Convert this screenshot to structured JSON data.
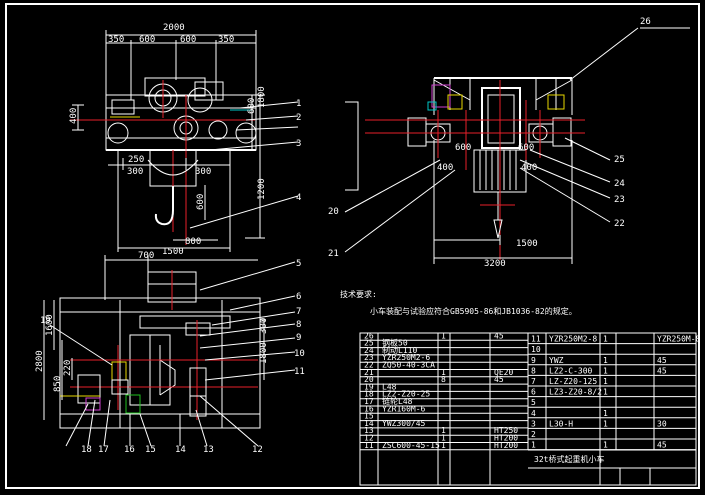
{
  "drawing": {
    "tech_requirements_title": "技术要求:",
    "tech_requirements_text": "小车装配与试验应符合GB5905-86和JB1036-82的规定。",
    "title_block_name": "32t桥式起重机小车"
  },
  "front_view": {
    "dims": {
      "width_total": "2000",
      "seg_350_left": "350",
      "seg_600_left": "600",
      "seg_600_right": "600",
      "seg_350_right": "350",
      "height_600": "600",
      "height_1800": "1800",
      "height_400": "400",
      "height_1200": "1200",
      "w_250": "250",
      "w_300_left": "300",
      "w_300_right": "300",
      "h_600": "600",
      "w_800": "800",
      "w_1500": "1500"
    }
  },
  "side_view": {
    "dims": {
      "d600_left": "600",
      "d600_right": "600",
      "d400_left": "400",
      "d400_right": "400",
      "d1500": "1500",
      "d3200": "3200"
    }
  },
  "plan_view": {
    "dims": {
      "top_700": "700",
      "v2800": "2800",
      "v1600": "1600",
      "v850": "850",
      "v220": "220",
      "v300": "300",
      "v1800": "1800"
    }
  },
  "balloons": [
    "1",
    "2",
    "3",
    "4",
    "5",
    "6",
    "7",
    "8",
    "9",
    "10",
    "11",
    "12",
    "13",
    "14",
    "15",
    "16",
    "17",
    "18",
    "19",
    "20",
    "21",
    "22",
    "23",
    "24",
    "25",
    "26"
  ],
  "bom_left": [
    {
      "no": "26",
      "name": "",
      "qty": "1",
      "mat": "",
      "note": "45"
    },
    {
      "no": "25",
      "name": "钢板50",
      "qty": "",
      "mat": "",
      "note": ""
    },
    {
      "no": "24",
      "name": "制动L110",
      "qty": "",
      "mat": "",
      "note": ""
    },
    {
      "no": "23",
      "name": "YZR250M2-6",
      "qty": "",
      "mat": "",
      "note": ""
    },
    {
      "no": "22",
      "name": "ZQ50-40-3CA",
      "qty": "",
      "mat": "",
      "note": ""
    },
    {
      "no": "21",
      "name": "",
      "qty": "1",
      "mat": "",
      "note": "QE20"
    },
    {
      "no": "20",
      "name": "",
      "qty": "8",
      "mat": "",
      "note": "45"
    },
    {
      "no": "19",
      "name": "L48",
      "qty": "",
      "mat": "",
      "note": ""
    },
    {
      "no": "18",
      "name": "LZ2-Z20-25",
      "qty": "",
      "mat": "",
      "note": ""
    },
    {
      "no": "17",
      "name": "链轮L48",
      "qty": "",
      "mat": "",
      "note": ""
    },
    {
      "no": "16",
      "name": "YZR160M-6",
      "qty": "",
      "mat": "",
      "note": ""
    },
    {
      "no": "15",
      "name": "",
      "qty": "",
      "mat": "",
      "note": ""
    },
    {
      "no": "14",
      "name": "YWZ300/45",
      "qty": "",
      "mat": "",
      "note": ""
    },
    {
      "no": "13",
      "name": "",
      "qty": "1",
      "mat": "",
      "note": "HT250"
    },
    {
      "no": "12",
      "name": "",
      "qty": "1",
      "mat": "",
      "note": "HT200"
    },
    {
      "no": "11",
      "name": "ZSC600-45-15",
      "qty": "1",
      "mat": "",
      "note": "HT200"
    }
  ],
  "bom_right": [
    {
      "no": "11",
      "name": "YZR250M2-8",
      "qty": "1",
      "mat": "",
      "note": "YZR250M-8"
    },
    {
      "no": "10",
      "name": "",
      "qty": "",
      "mat": "",
      "note": ""
    },
    {
      "no": "9",
      "name": "YWZ",
      "qty": "1",
      "mat": "",
      "note": "45"
    },
    {
      "no": "8",
      "name": "LZ2-C-300",
      "qty": "1",
      "mat": "",
      "note": "45"
    },
    {
      "no": "7",
      "name": "LZ-Z20-125",
      "qty": "1",
      "mat": "",
      "note": ""
    },
    {
      "no": "6",
      "name": "LZ3-Z20-8/2",
      "qty": "1",
      "mat": "",
      "note": ""
    },
    {
      "no": "5",
      "name": "",
      "qty": "",
      "mat": "",
      "note": ""
    },
    {
      "no": "4",
      "name": "",
      "qty": "1",
      "mat": "",
      "note": ""
    },
    {
      "no": "3",
      "name": "L30-H",
      "qty": "1",
      "mat": "",
      "note": "30"
    },
    {
      "no": "2",
      "name": "",
      "qty": "",
      "mat": "",
      "note": ""
    },
    {
      "no": "1",
      "name": "",
      "qty": "1",
      "mat": "",
      "note": "45"
    }
  ]
}
